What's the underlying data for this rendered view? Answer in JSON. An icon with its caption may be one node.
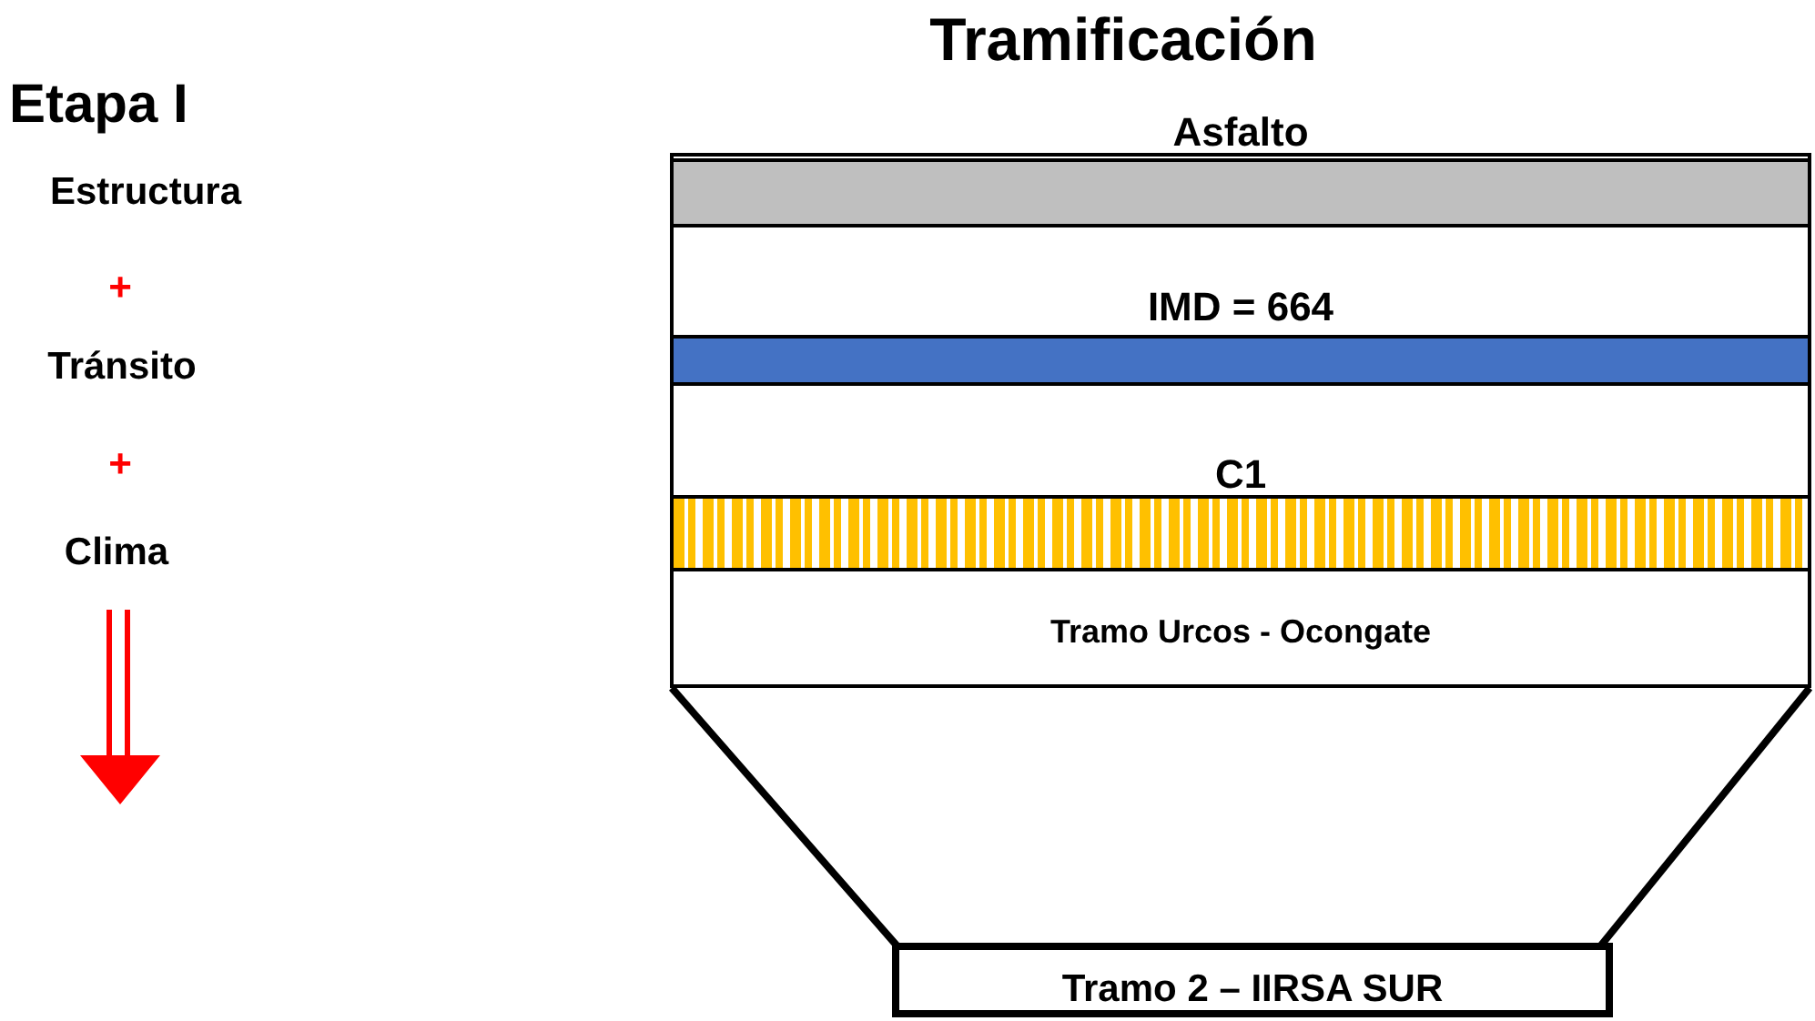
{
  "diagram": {
    "title": "Tramificación",
    "nodes": [
      {
        "text": [
          "Tramo Urcos - Ocongate"
        ]
      },
      {
        "text": [
          "Asfalto"
        ],
        "in": 0
      },
      {
        "text": [
          "IMD = 664"
        ],
        "in": 0
      },
      {
        "text": [
          "C1"
        ],
        "in": 0
      },
      {
        "text": [
          "Tramo 2 – IIRSA SUR"
        ]
      }
    ],
    "edges": [],
    "labels": [
      "Etapa I",
      "Estructura",
      "+",
      "Tránsito",
      "+",
      "Clima"
    ]
  }
}
